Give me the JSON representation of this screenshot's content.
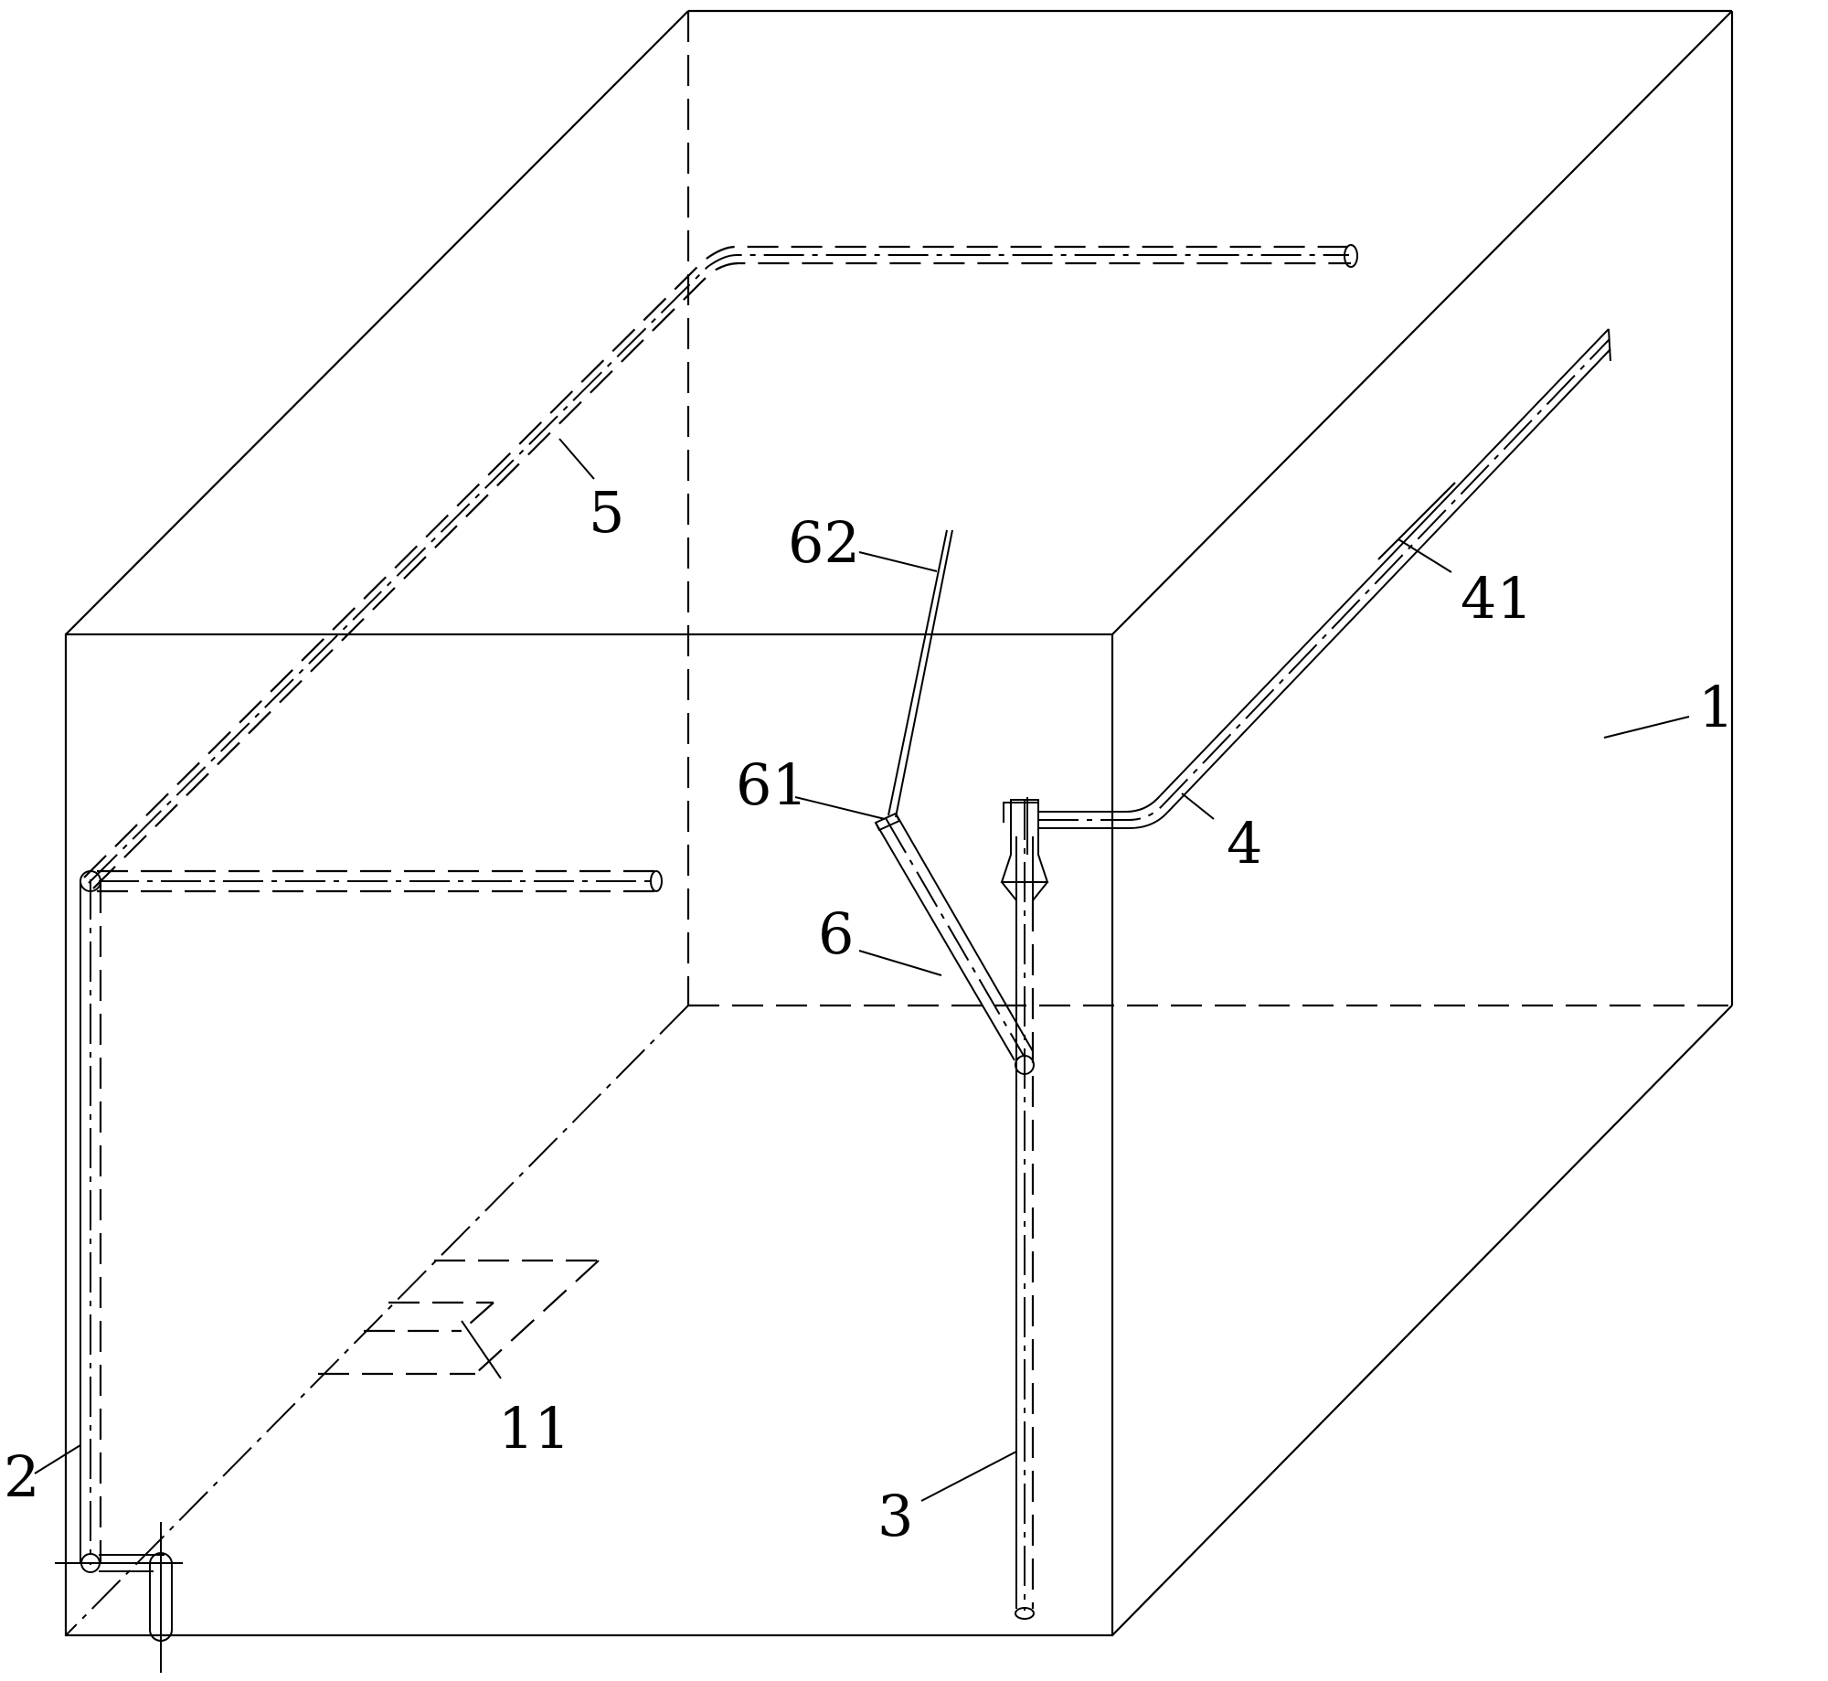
{
  "diagram": {
    "labels": {
      "box": "1",
      "pipe_left": "2",
      "pipe_vertical": "3",
      "pipe_right": "4",
      "pipe_right_slot": "41",
      "pipe_top": "5",
      "pipe_branch": "6",
      "branch_joint": "61",
      "branch_rod": "62",
      "bottom_plate": "11"
    },
    "colors": {
      "stroke": "#000000",
      "background": "#ffffff"
    }
  }
}
